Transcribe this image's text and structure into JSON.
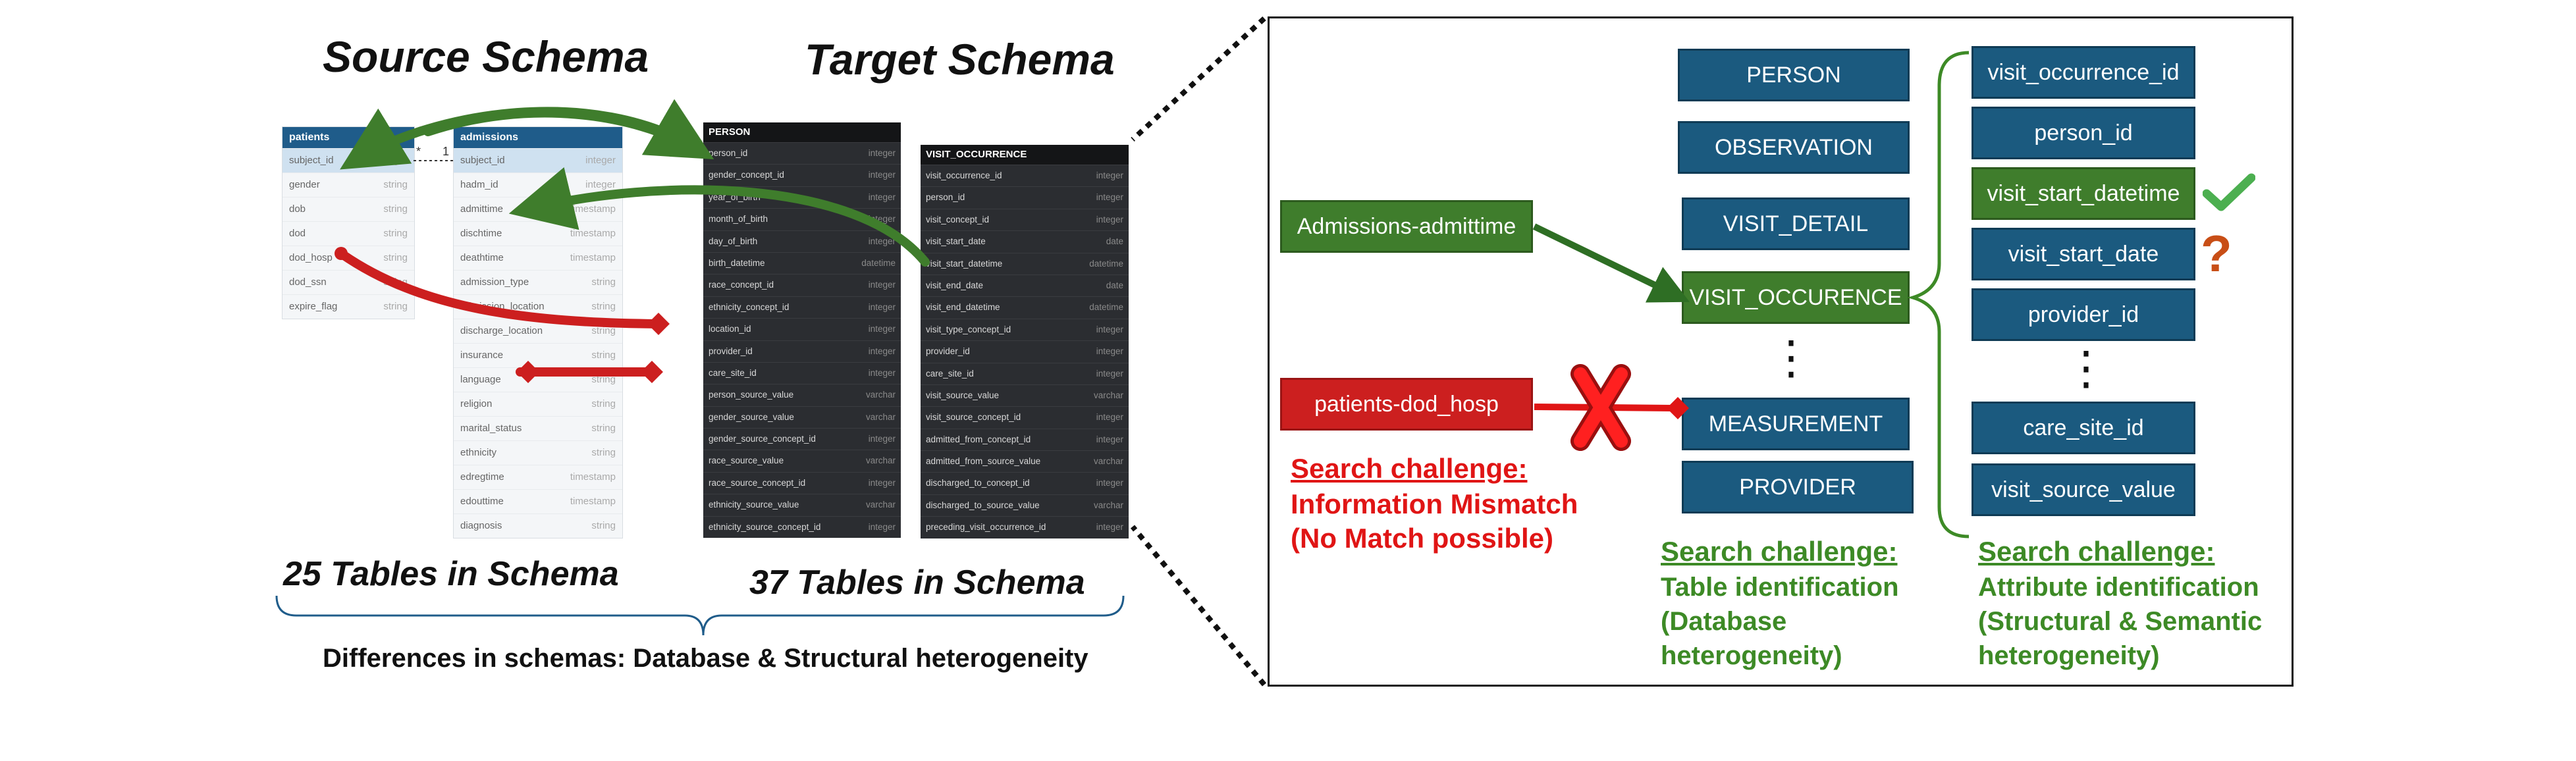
{
  "headings": {
    "source": "Source Schema",
    "target": "Target Schema",
    "source_count": "25 Tables in Schema",
    "target_count": "37 Tables in Schema",
    "differences": "Differences in schemas: Database & Structural heterogeneity"
  },
  "patients": {
    "name": "patients",
    "rows": [
      {
        "name": "subject_id",
        "type": "integer"
      },
      {
        "name": "gender",
        "type": "string"
      },
      {
        "name": "dob",
        "type": "string"
      },
      {
        "name": "dod",
        "type": "string"
      },
      {
        "name": "dod_hosp",
        "type": "string"
      },
      {
        "name": "dod_ssn",
        "type": "string"
      },
      {
        "name": "expire_flag",
        "type": "string"
      }
    ]
  },
  "admissions": {
    "name": "admissions",
    "rows": [
      {
        "name": "subject_id",
        "type": "integer"
      },
      {
        "name": "hadm_id",
        "type": "integer"
      },
      {
        "name": "admittime",
        "type": "timestamp"
      },
      {
        "name": "dischtime",
        "type": "timestamp"
      },
      {
        "name": "deathtime",
        "type": "timestamp"
      },
      {
        "name": "admission_type",
        "type": "string"
      },
      {
        "name": "admission_location",
        "type": "string"
      },
      {
        "name": "discharge_location",
        "type": "string"
      },
      {
        "name": "insurance",
        "type": "string"
      },
      {
        "name": "language",
        "type": "string"
      },
      {
        "name": "religion",
        "type": "string"
      },
      {
        "name": "marital_status",
        "type": "string"
      },
      {
        "name": "ethnicity",
        "type": "string"
      },
      {
        "name": "edregtime",
        "type": "timestamp"
      },
      {
        "name": "edouttime",
        "type": "timestamp"
      },
      {
        "name": "diagnosis",
        "type": "string"
      }
    ]
  },
  "person": {
    "name": "PERSON",
    "rows": [
      {
        "name": "person_id",
        "type": "integer"
      },
      {
        "name": "gender_concept_id",
        "type": "integer"
      },
      {
        "name": "year_of_birth",
        "type": "integer"
      },
      {
        "name": "month_of_birth",
        "type": "integer"
      },
      {
        "name": "day_of_birth",
        "type": "integer"
      },
      {
        "name": "birth_datetime",
        "type": "datetime"
      },
      {
        "name": "race_concept_id",
        "type": "integer"
      },
      {
        "name": "ethnicity_concept_id",
        "type": "integer"
      },
      {
        "name": "location_id",
        "type": "integer"
      },
      {
        "name": "provider_id",
        "type": "integer"
      },
      {
        "name": "care_site_id",
        "type": "integer"
      },
      {
        "name": "person_source_value",
        "type": "varchar"
      },
      {
        "name": "gender_source_value",
        "type": "varchar"
      },
      {
        "name": "gender_source_concept_id",
        "type": "integer"
      },
      {
        "name": "race_source_value",
        "type": "varchar"
      },
      {
        "name": "race_source_concept_id",
        "type": "integer"
      },
      {
        "name": "ethnicity_source_value",
        "type": "varchar"
      },
      {
        "name": "ethnicity_source_concept_id",
        "type": "integer"
      }
    ]
  },
  "visit_occurrence": {
    "name": "VISIT_OCCURRENCE",
    "rows": [
      {
        "name": "visit_occurrence_id",
        "type": "integer"
      },
      {
        "name": "person_id",
        "type": "integer"
      },
      {
        "name": "visit_concept_id",
        "type": "integer"
      },
      {
        "name": "visit_start_date",
        "type": "date"
      },
      {
        "name": "visit_start_datetime",
        "type": "datetime"
      },
      {
        "name": "visit_end_date",
        "type": "date"
      },
      {
        "name": "visit_end_datetime",
        "type": "datetime"
      },
      {
        "name": "visit_type_concept_id",
        "type": "integer"
      },
      {
        "name": "provider_id",
        "type": "integer"
      },
      {
        "name": "care_site_id",
        "type": "integer"
      },
      {
        "name": "visit_source_value",
        "type": "varchar"
      },
      {
        "name": "visit_source_concept_id",
        "type": "integer"
      },
      {
        "name": "admitted_from_concept_id",
        "type": "integer"
      },
      {
        "name": "admitted_from_source_value",
        "type": "varchar"
      },
      {
        "name": "discharged_to_concept_id",
        "type": "integer"
      },
      {
        "name": "discharged_to_source_value",
        "type": "varchar"
      },
      {
        "name": "preceding_visit_occurrence_id",
        "type": "integer"
      }
    ]
  },
  "relation": {
    "many": "*",
    "one": "1"
  },
  "zoom": {
    "source_nodes": {
      "admittime": "Admissions-admittime",
      "dod_hosp": "patients-dod_hosp"
    },
    "tables": [
      "PERSON",
      "OBSERVATION",
      "VISIT_DETAIL",
      "VISIT_OCCURENCE",
      "MEASUREMENT",
      "PROVIDER"
    ],
    "table_ellipsis": "⋮",
    "attributes_top": [
      "visit_occurrence_id",
      "person_id",
      "visit_start_datetime",
      "visit_start_date",
      "provider_id"
    ],
    "attribute_ellipsis": "⋮",
    "attributes_bottom": [
      "care_site_id",
      "visit_source_value"
    ],
    "unsure_mark": "?",
    "challenge_mismatch": {
      "title": "Search challenge:",
      "line1": "Information Mismatch",
      "line2": "(No Match possible)"
    },
    "challenge_table": {
      "title": "Search challenge:",
      "line1": "Table identification",
      "line2": "(Database",
      "line3": "heterogeneity)"
    },
    "challenge_attr": {
      "title": "Search challenge:",
      "line1": "Attribute identification",
      "line2": "(Structural & Semantic",
      "line3": "heterogeneity)"
    }
  },
  "colors": {
    "match": "#3f7d2c",
    "mismatch": "#cc1f1f",
    "table_blue": "#1b5a7f",
    "unsure": "#c84e16"
  }
}
